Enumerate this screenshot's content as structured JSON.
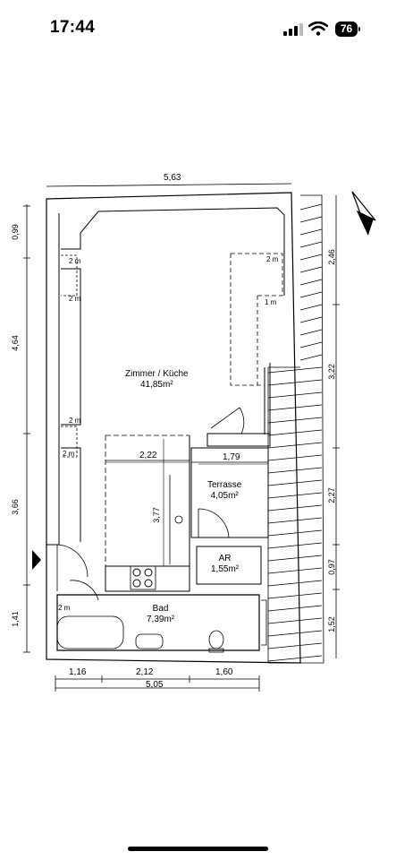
{
  "status_bar": {
    "time": "17:44",
    "battery": "76"
  },
  "floorplan": {
    "rooms": {
      "zimmer_kueche": {
        "name": "Zimmer / Küche",
        "area": "41,85m²"
      },
      "terrasse": {
        "name": "Terrasse",
        "area": "4,05m²"
      },
      "ar": {
        "name": "AR",
        "area": "1,55m²"
      },
      "bad": {
        "name": "Bad",
        "area": "7,39m²"
      }
    },
    "dimensions": {
      "top_width": "5,63",
      "left_1": "0,99",
      "left_2": "4,64",
      "left_3": "3,66",
      "left_4": "1,41",
      "right_1": "2,46",
      "right_2": "3,22",
      "right_3": "2,27",
      "right_4": "0,97",
      "right_5": "1,52",
      "bottom_1": "1,16",
      "bottom_2": "2,12",
      "bottom_3": "1,60",
      "bottom_total": "5,05",
      "inner_2_22": "2,22",
      "inner_1_79": "1,79",
      "inner_3_77": "3,77"
    },
    "heights": {
      "h1": "2 m",
      "h2": "2 m",
      "h3": "2 m",
      "h4": "2 m",
      "h5": "2 m",
      "h6": "1 m",
      "h7": "2 m"
    }
  }
}
